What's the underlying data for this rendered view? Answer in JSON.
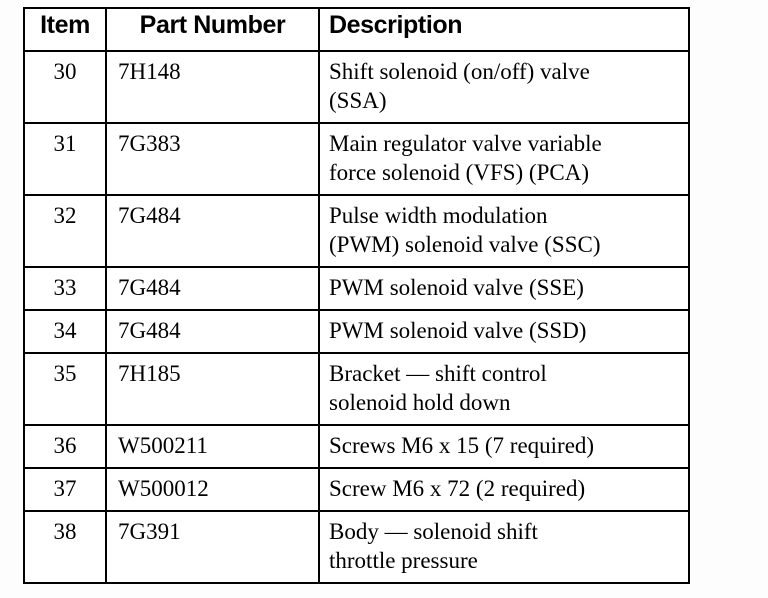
{
  "table": {
    "columns": [
      {
        "key": "item",
        "label": "Item",
        "align": "center"
      },
      {
        "key": "part_number",
        "label": "Part Number",
        "align": "center"
      },
      {
        "key": "description",
        "label": "Description",
        "align": "left"
      }
    ],
    "rows": [
      {
        "item": "30",
        "part_number": "7H148",
        "description": "Shift solenoid (on/off) valve (SSA)",
        "description_lines": [
          "Shift solenoid (on/off) valve",
          "(SSA)"
        ]
      },
      {
        "item": "31",
        "part_number": "7G383",
        "description": "Main regulator valve variable force solenoid (VFS) (PCA)",
        "description_lines": [
          "Main regulator valve variable",
          "force solenoid (VFS) (PCA)"
        ]
      },
      {
        "item": "32",
        "part_number": "7G484",
        "description": "Pulse width modulation (PWM) solenoid valve (SSC)",
        "description_lines": [
          "Pulse width modulation",
          "(PWM) solenoid valve (SSC)"
        ]
      },
      {
        "item": "33",
        "part_number": "7G484",
        "description": "PWM solenoid valve (SSE)",
        "description_lines": [
          "PWM solenoid valve (SSE)"
        ]
      },
      {
        "item": "34",
        "part_number": "7G484",
        "description": "PWM solenoid valve (SSD)",
        "description_lines": [
          "PWM solenoid valve (SSD)"
        ]
      },
      {
        "item": "35",
        "part_number": "7H185",
        "description": "Bracket — shift control solenoid hold down",
        "description_lines": [
          "Bracket — shift control",
          "solenoid hold down"
        ]
      },
      {
        "item": "36",
        "part_number": "W500211",
        "description": "Screws M6 x 15 (7 required)",
        "description_lines": [
          "Screws M6 x 15 (7 required)"
        ]
      },
      {
        "item": "37",
        "part_number": "W500012",
        "description": "Screw M6 x 72 (2 required)",
        "description_lines": [
          "Screw M6 x 72 (2 required)"
        ]
      },
      {
        "item": "38",
        "part_number": "7G391",
        "description": "Body — solenoid shift throttle pressure",
        "description_lines": [
          "Body — solenoid shift",
          "throttle pressure"
        ]
      }
    ]
  },
  "colors": {
    "border": "#000000",
    "cell_background": "#ffffff",
    "page_background": "#fdfdfd",
    "text": "#000000"
  }
}
